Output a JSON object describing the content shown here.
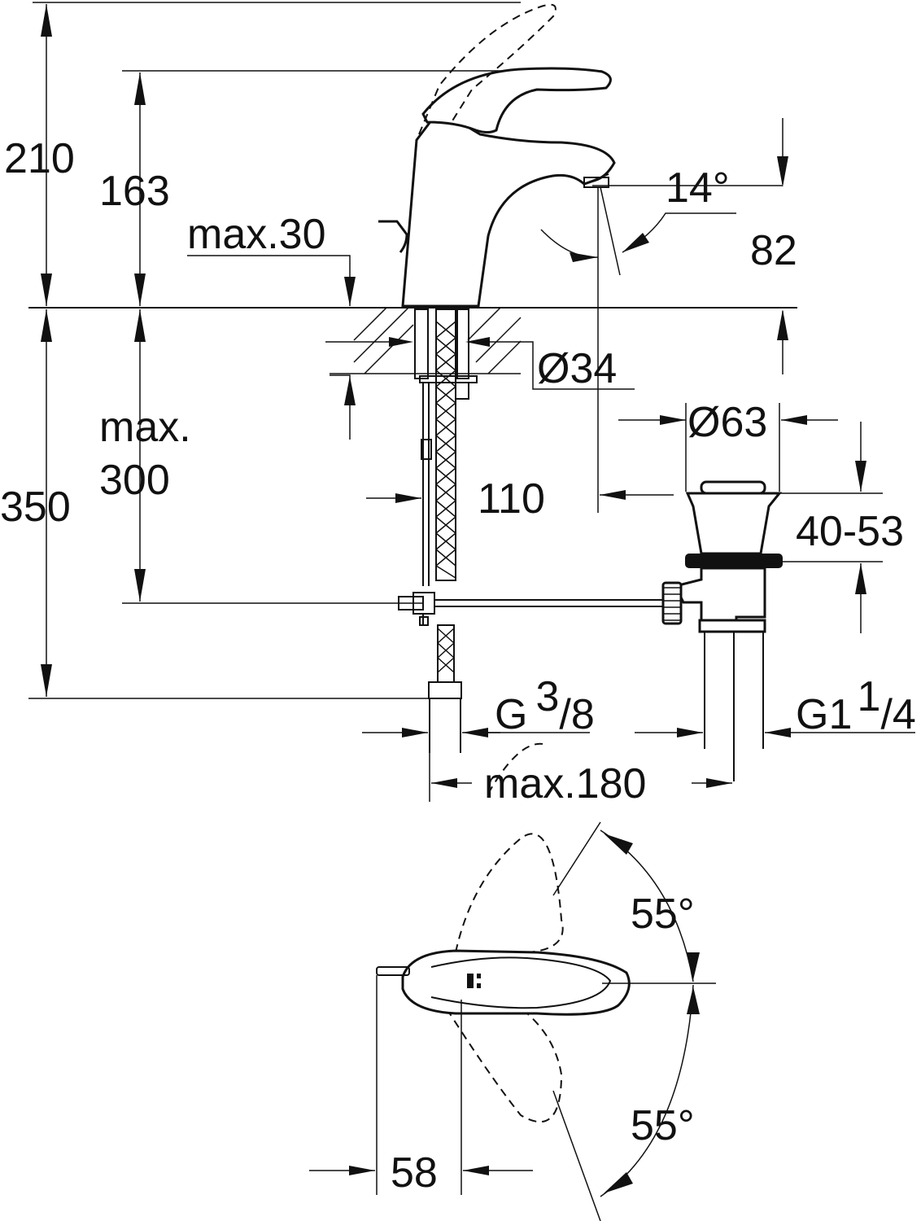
{
  "dimensions": {
    "total_height": "210",
    "spout_height": "163",
    "deck_thickness": "max.30",
    "spout_angle": "14°",
    "spout_outlet_height": "82",
    "mounting_hole": "Ø34",
    "drain_diameter": "Ø63",
    "hose_length_label": "max.",
    "hose_length_value": "300",
    "under_deck_height": "350",
    "spout_reach": "110",
    "drain_range": "40-53",
    "inlet_connection_main": "G",
    "inlet_connection_sup": "3",
    "inlet_connection_sub": "/8",
    "drain_connection_main": "G1",
    "drain_connection_sup": "1",
    "drain_connection_sub": "/4",
    "drain_offset": "max.180",
    "lever_swing_top": "55°",
    "lever_swing_bottom": "55°",
    "lever_offset": "58"
  }
}
